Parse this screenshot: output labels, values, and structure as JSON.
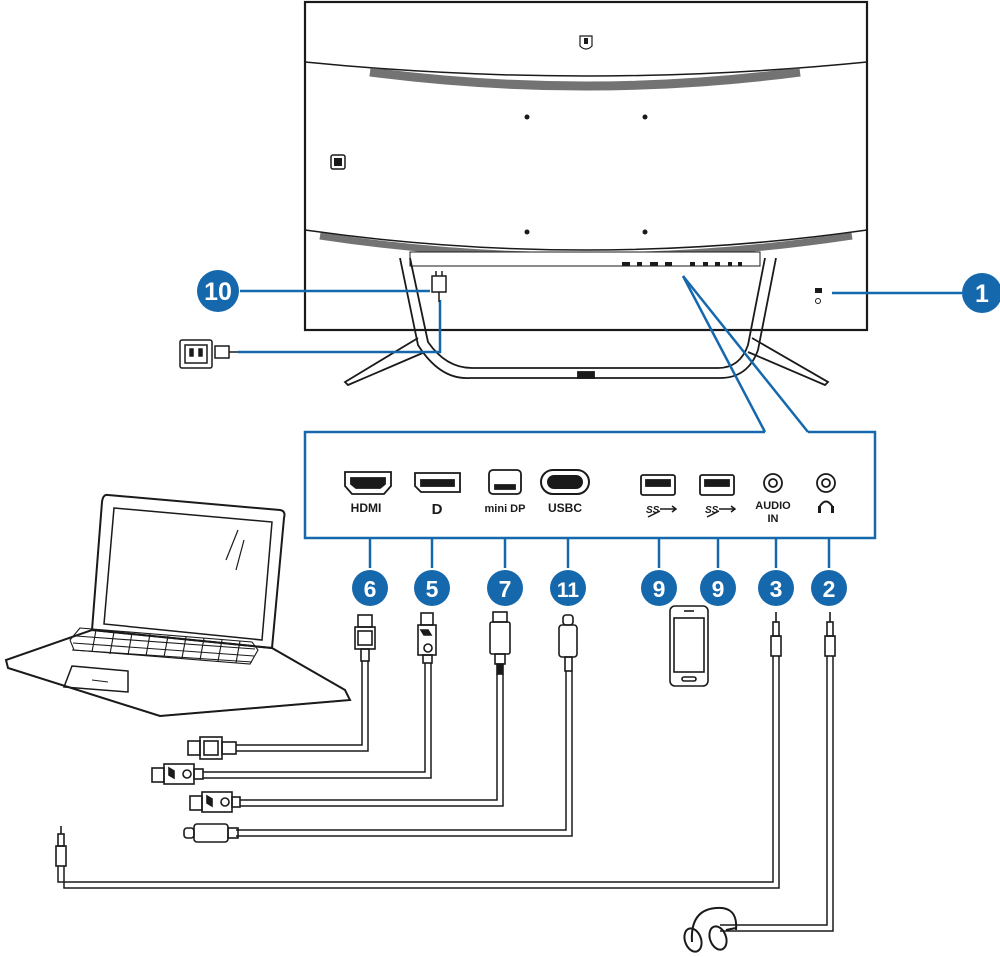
{
  "ports": {
    "hdmi": "HDMI",
    "dp": "D",
    "minidp": "mini DP",
    "usbc": "USBC",
    "audio_in_1": "AUDIO",
    "audio_in_2": "IN"
  },
  "callouts": {
    "kensington": "1",
    "headphone": "2",
    "audio_in": "3",
    "displayport": "5",
    "hdmi": "6",
    "mini_dp": "7",
    "usb_downstream": "9",
    "power": "10",
    "usb_c": "11"
  },
  "colors": {
    "callout_blue": "#1668ad",
    "line_blue": "#1668ad",
    "outline": "#1a1a1a"
  },
  "icons": [
    "philips-logo-icon",
    "laptop-icon",
    "smartphone-icon",
    "headphones-icon",
    "power-outlet-icon",
    "headphone-jack-icon",
    "superspeed-usb-icon",
    "kensington-lock-icon"
  ]
}
